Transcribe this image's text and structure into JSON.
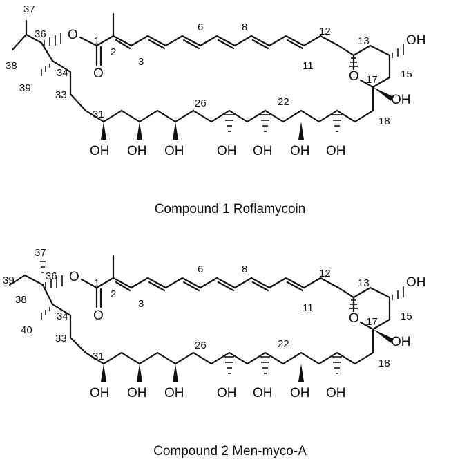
{
  "structures": [
    {
      "caption": "Compound 1 Roflamycoin",
      "atoms": {
        "o_ester": "O",
        "o_carbonyl": "O",
        "o_ring": "O",
        "oh_15": "OH",
        "oh_17": "OH",
        "oh_chain": [
          "OH",
          "OH",
          "OH",
          "OH",
          "OH",
          "OH",
          "OH"
        ]
      },
      "numbers": {
        "n37": "37",
        "n36": "36",
        "n38": "38",
        "n34": "34",
        "n39": "39",
        "n33": "33",
        "n1": "1",
        "n2": "2",
        "n3": "3",
        "n6": "6",
        "n8": "8",
        "n12": "12",
        "n13": "13",
        "n11": "11",
        "n15": "15",
        "n17": "17",
        "n18": "18",
        "n22": "22",
        "n26": "26",
        "n31": "31"
      }
    },
    {
      "caption": "Compound 2 Men-myco-A",
      "atoms": {
        "o_ester": "O",
        "o_carbonyl": "O",
        "o_ring": "O",
        "oh_15": "OH",
        "oh_17": "OH",
        "oh_chain": [
          "OH",
          "OH",
          "OH",
          "OH",
          "OH",
          "OH",
          "OH"
        ]
      },
      "numbers": {
        "n37": "37",
        "n36": "36",
        "n39": "39",
        "n38": "38",
        "n34": "34",
        "n40": "40",
        "n33": "33",
        "n1": "1",
        "n2": "2",
        "n3": "3",
        "n6": "6",
        "n8": "8",
        "n12": "12",
        "n13": "13",
        "n11": "11",
        "n15": "15",
        "n17": "17",
        "n18": "18",
        "n22": "22",
        "n26": "26",
        "n31": "31"
      }
    }
  ]
}
